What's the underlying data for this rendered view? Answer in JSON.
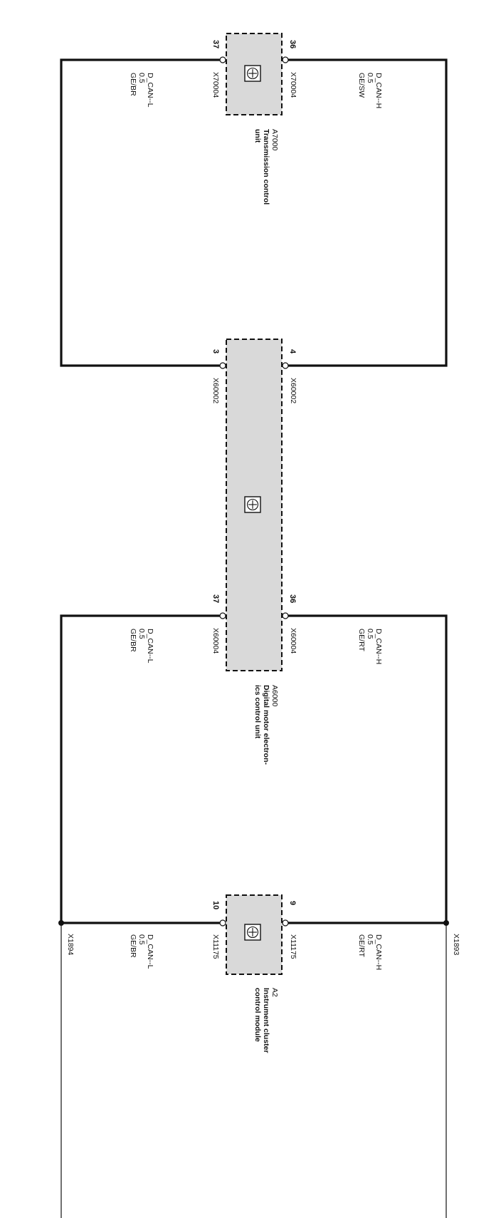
{
  "modules": {
    "a7000": {
      "id": "A7000",
      "name_line1": "Transmission control",
      "name_line2": "unit",
      "pin_l": "37",
      "pin_h": "36",
      "conn_l": "X70004",
      "conn_h": "X70004"
    },
    "a6000": {
      "id": "A6000",
      "name_line1": "Digital motor electron-",
      "name_line2": "ics control unit",
      "pin_top_l": "3",
      "pin_top_h": "4",
      "conn_top_l": "X60002",
      "conn_top_h": "X60002",
      "pin_bot_l": "37",
      "pin_bot_h": "36",
      "conn_bot_l": "X60004",
      "conn_bot_h": "X60004"
    },
    "a2": {
      "id": "A2",
      "name_line1": "Instrument cluster",
      "name_line2": "control module",
      "pin_l": "10",
      "pin_h": "9",
      "conn_l": "X11175",
      "conn_h": "X11175"
    }
  },
  "wires": {
    "seg1_l": {
      "signal": "D_CAN--L",
      "size": "0.5",
      "color": "GE/BR"
    },
    "seg1_h": {
      "signal": "D_CAN--H",
      "size": "0.5",
      "color": "GE/SW"
    },
    "seg2_l": {
      "signal": "D_CAN--L",
      "size": "0.5",
      "color": "GE/BR"
    },
    "seg2_h": {
      "signal": "D_CAN--H",
      "size": "0.5",
      "color": "GE/RT"
    },
    "seg3_l": {
      "signal": "D_CAN--L",
      "size": "0.5",
      "color": "GE/BR"
    },
    "seg3_h": {
      "signal": "D_CAN--H",
      "size": "0.5",
      "color": "GE/RT"
    }
  },
  "splices": {
    "left": "X1894",
    "right": "X1893"
  }
}
